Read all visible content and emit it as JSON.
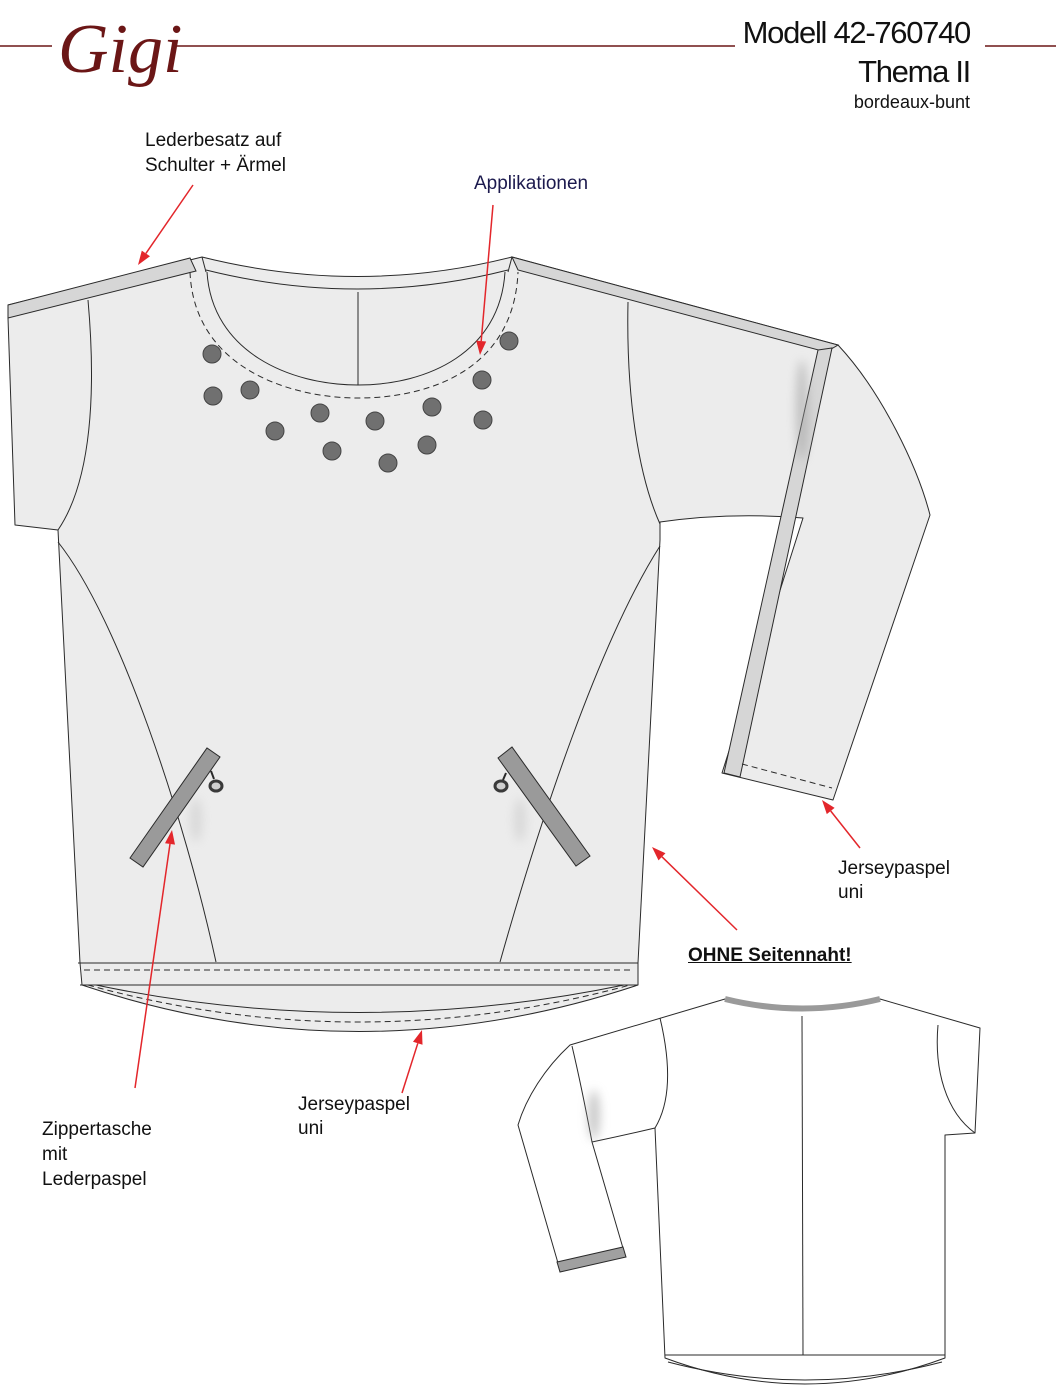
{
  "logo": {
    "text": "Gigi"
  },
  "header": {
    "model": "Modell 42-760740",
    "theme": "Thema II",
    "colorway": "bordeaux-bunt"
  },
  "labels": {
    "leather_trim": [
      "Lederbesatz auf",
      "Schulter + Ärmel"
    ],
    "appliques": "Applikationen",
    "cuff_piping": [
      "Jerseypaspel",
      "uni"
    ],
    "no_side_seam": "OHNE Seitennaht!",
    "hem_piping": [
      "Jerseypaspel",
      "uni"
    ],
    "zip_pocket": [
      "Zippertasche",
      "mit",
      "Lederpaspel"
    ]
  },
  "colors": {
    "brand": "#6b1616",
    "annotation_arrow": "#e3262b",
    "garment_front": "#ececec",
    "garment_back": "#ffffff",
    "leather_trim": "#d6d6d6",
    "appliques": "#707070"
  }
}
